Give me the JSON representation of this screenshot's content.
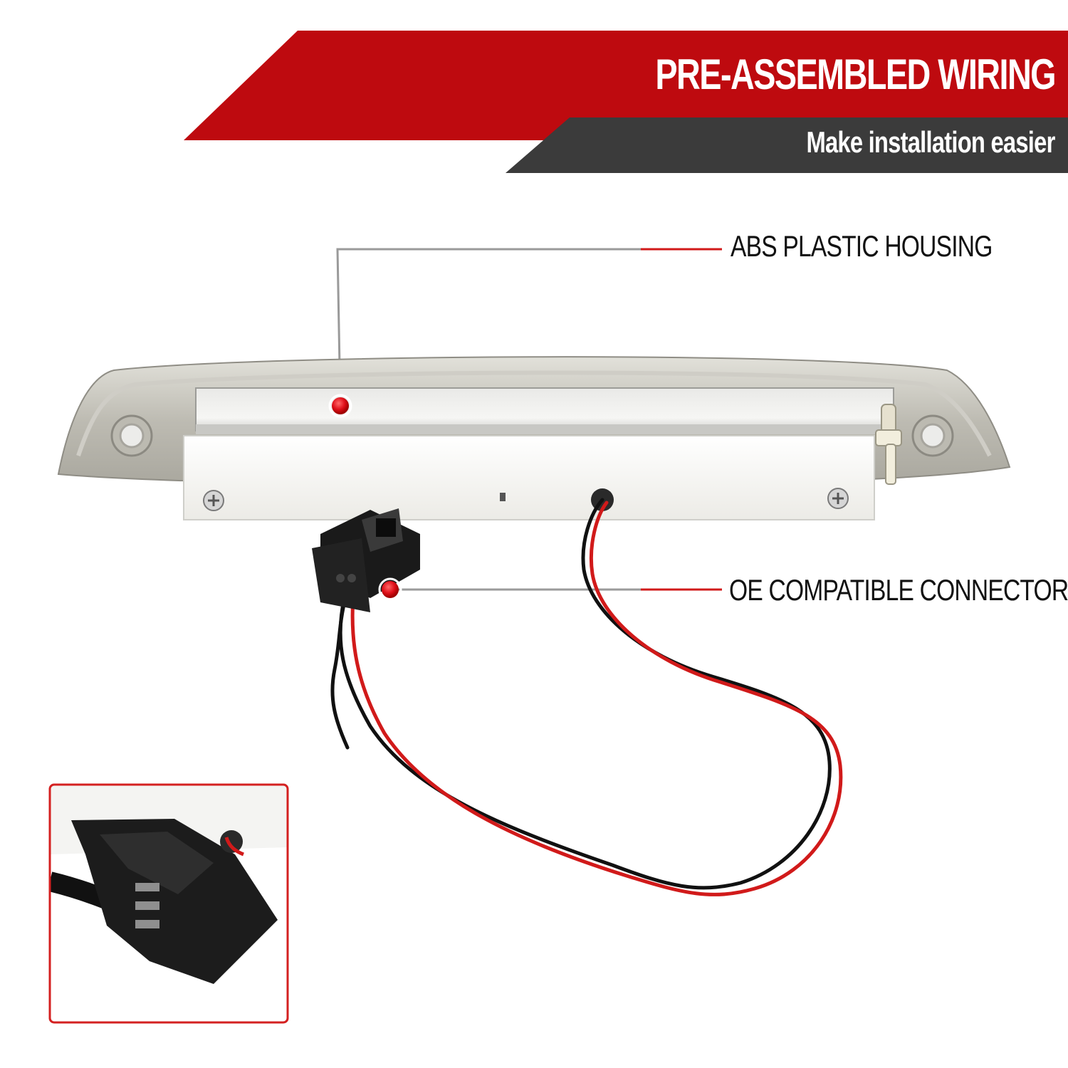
{
  "banner": {
    "title": "PRE-ASSEMBLED WIRING",
    "subtitle": "Make installation easier",
    "red_color": "#be0a0f",
    "dark_color": "#3a3a3a"
  },
  "callouts": {
    "housing": "ABS PLASTIC HOUSING",
    "connector": "OE COMPATIBLE CONNECTOR",
    "dot_color": "#e0101a",
    "line_color": "#9a9a9a"
  },
  "product": {
    "wire_colors": [
      "#d11a1a",
      "#111111"
    ],
    "housing_color": "#b9b7ae",
    "connector_color": "#1a1a1a"
  },
  "inset": {
    "border_color": "#d42020"
  }
}
